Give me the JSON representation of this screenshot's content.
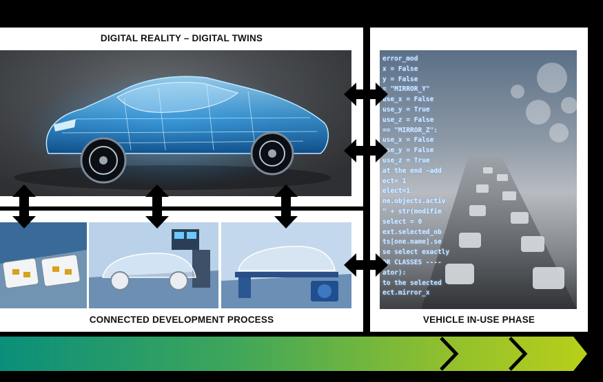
{
  "labels": {
    "twins": "DIGITAL REALITY – DIGITAL TWINS",
    "development": "CONNECTED DEVELOPMENT PROCESS",
    "inuse": "VEHICLE IN-USE PHASE"
  },
  "code_lines": [
    "error_mod",
    "x = False",
    "y = False",
    "= \"MIRROR_Y\"",
    "use_x = False",
    "use_y = True",
    "use_z = False",
    "== \"MIRROR_Z\":",
    "use_x = False",
    "use_y = False",
    "use_z = True",
    "at the end -add",
    "ect= 1",
    "elect=1",
    "ne.objects.activ",
    "\" + str(modifie",
    "select = 0",
    "ext.selected_ob",
    "ts[one.name].se",
    "se select exactly",
    "OR CLASSES ----",
    "ator):",
    "to the selected",
    "ect.mirror_x"
  ],
  "colors": {
    "background": "#000000",
    "panel": "#ffffff",
    "ribbon_start": "#0a8f7a",
    "ribbon_end": "#b9cf1a",
    "xray_blue": "#2ea6ff"
  },
  "icons": [
    "double-arrow-icon",
    "chevron-right-icon"
  ]
}
